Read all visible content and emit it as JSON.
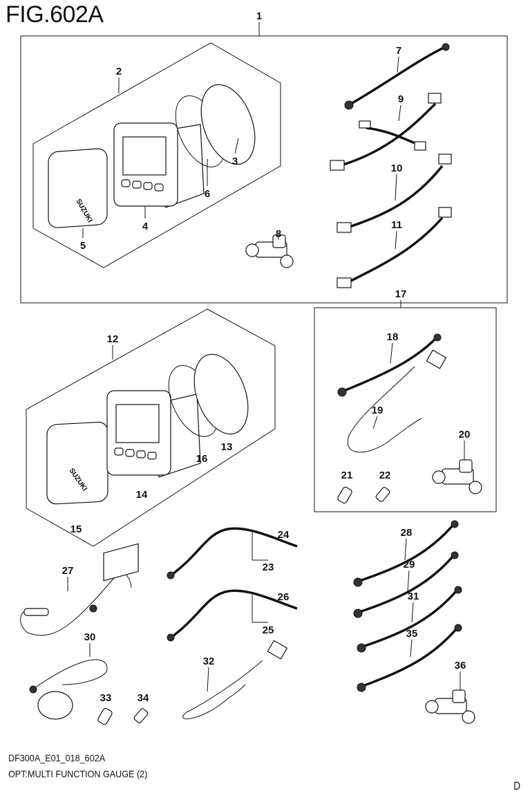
{
  "figure_title": "FIG.602A",
  "drawing_code": "DF300A_E01_018_602A",
  "description": "OPT:MULTI FUNCTION GAUGE (2)",
  "page_letter": "D",
  "cover_logo_text": "SUZUKI",
  "callouts": [
    "1",
    "2",
    "3",
    "4",
    "5",
    "6",
    "7",
    "8",
    "9",
    "10",
    "11",
    "12",
    "13",
    "14",
    "15",
    "16",
    "17",
    "18",
    "19",
    "20",
    "21",
    "22",
    "23",
    "24",
    "25",
    "26",
    "27",
    "28",
    "29",
    "30",
    "31",
    "32",
    "33",
    "34",
    "35",
    "36"
  ]
}
